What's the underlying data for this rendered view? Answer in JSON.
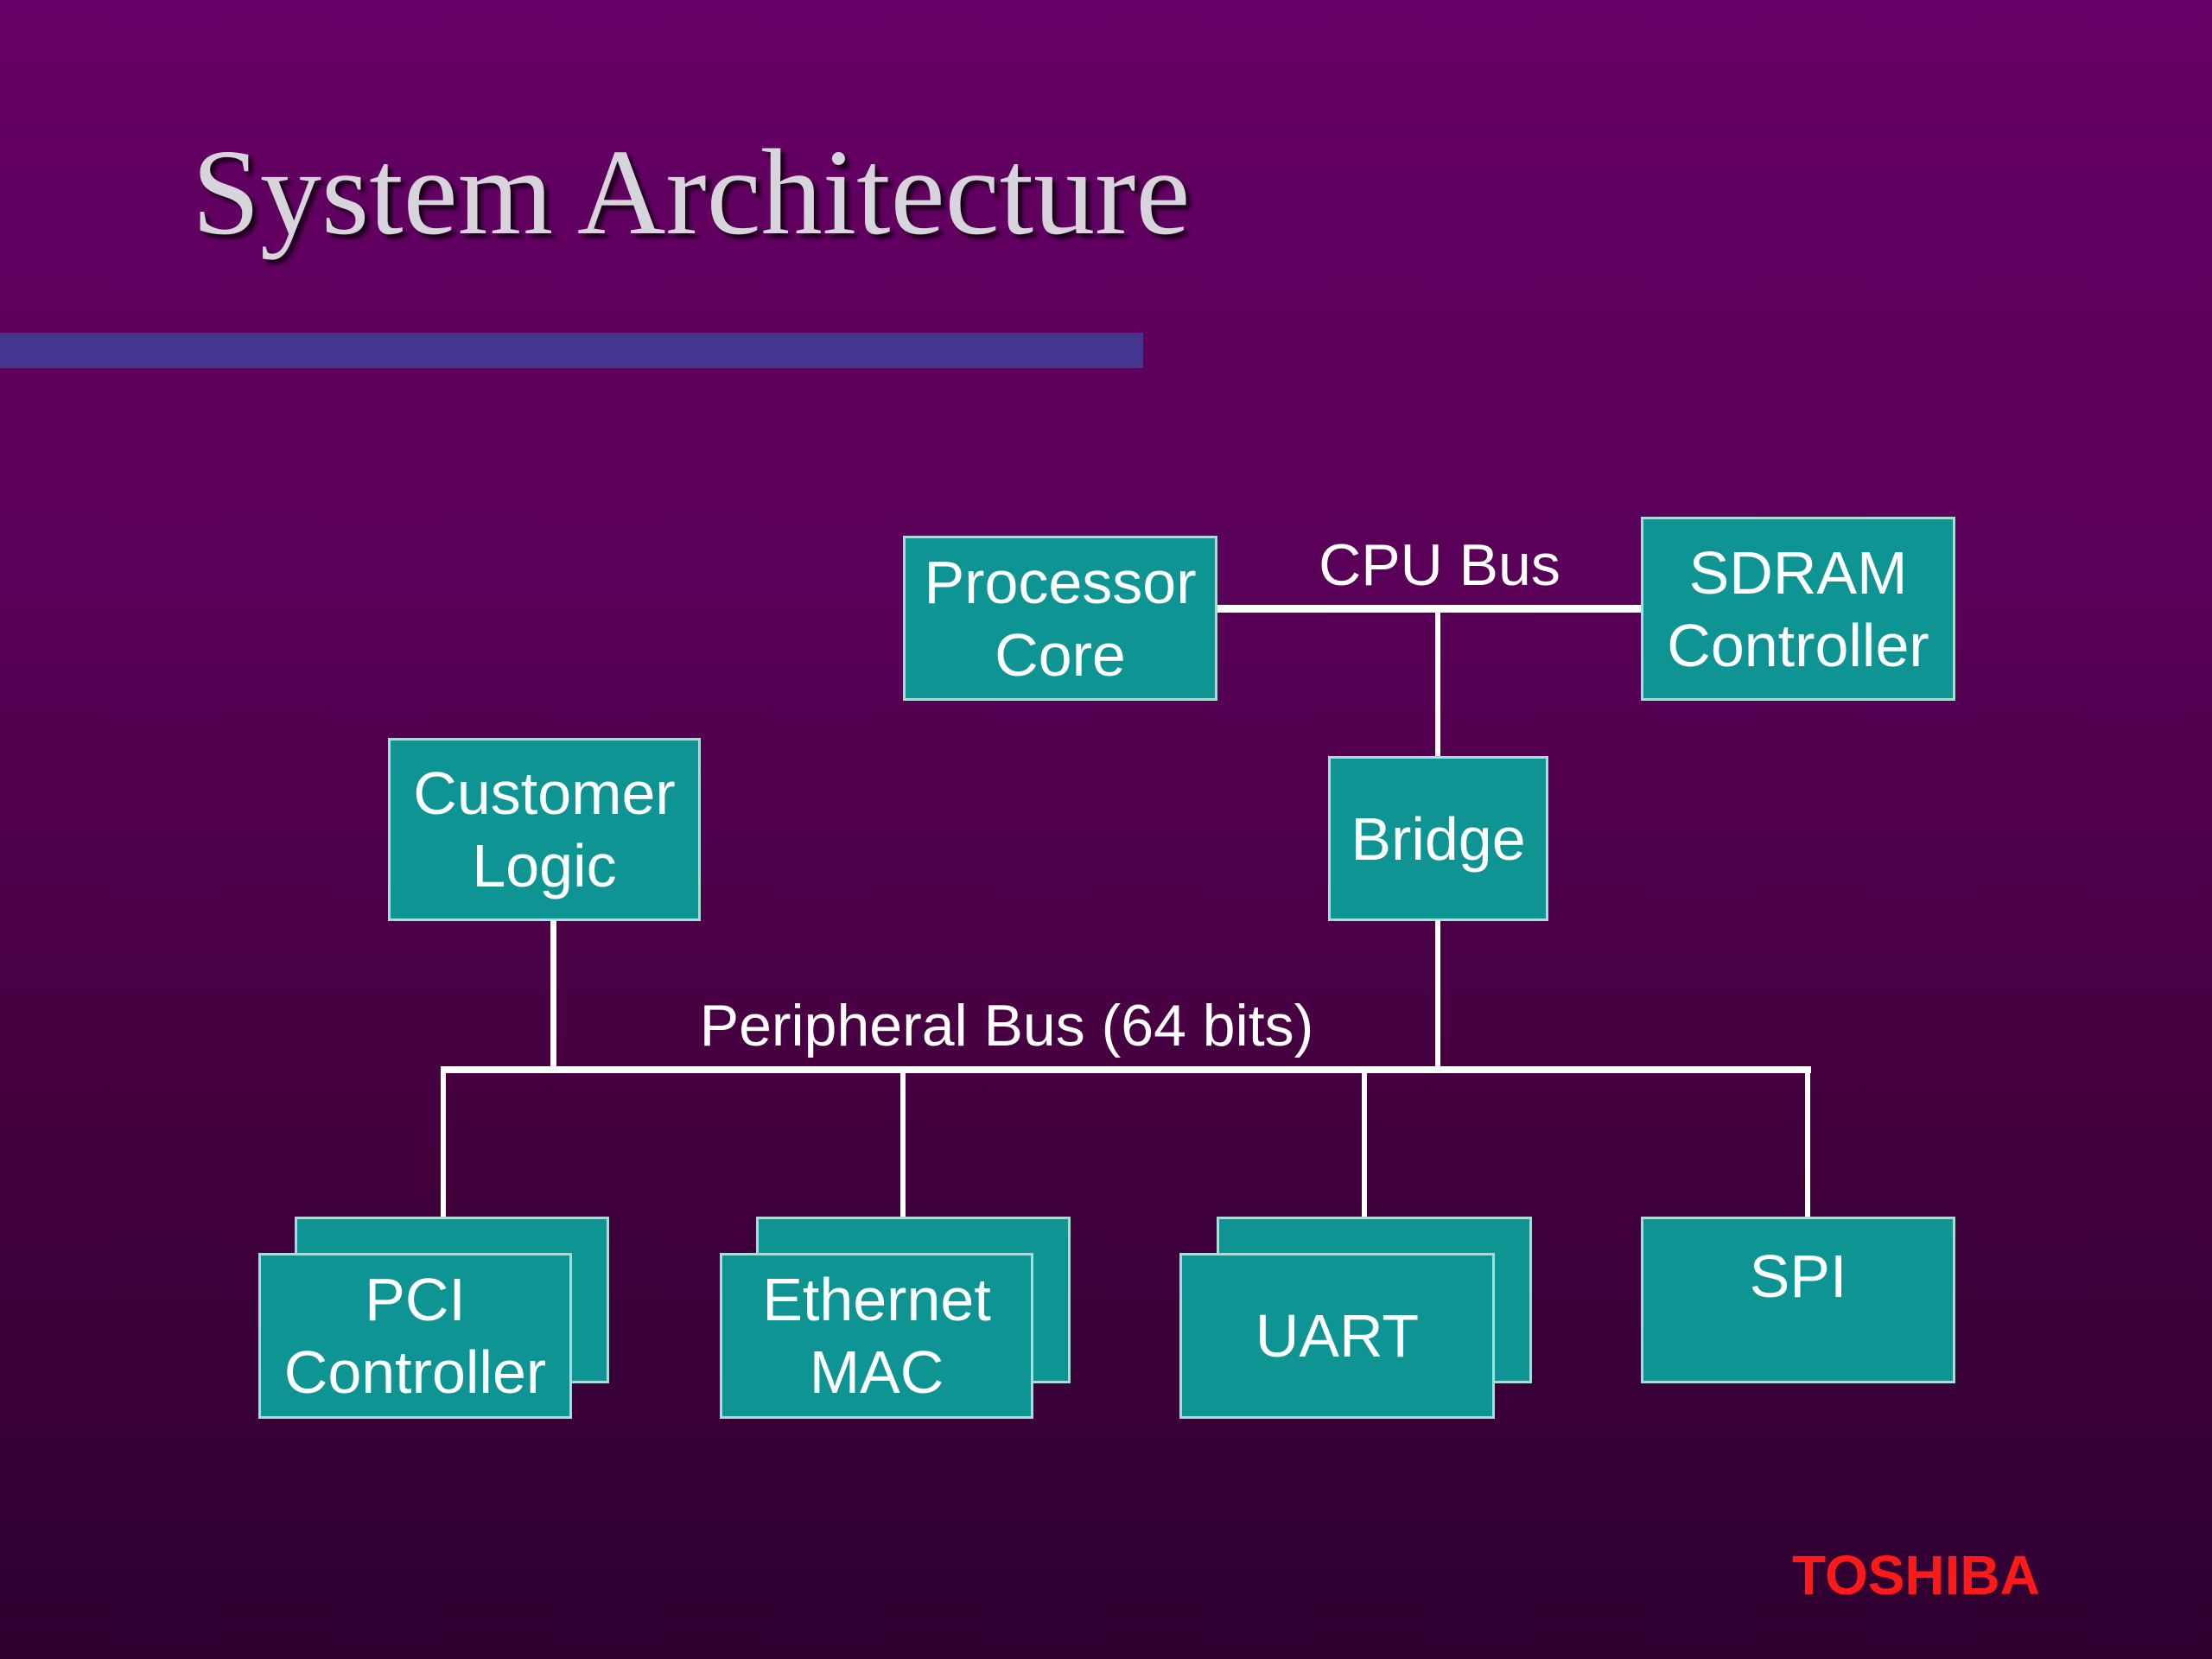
{
  "slide": {
    "title": "System Architecture",
    "brand": "TOSHIBA"
  },
  "buses": {
    "cpu_bus": "CPU Bus",
    "peripheral_bus": "Peripheral Bus (64 bits)"
  },
  "blocks": {
    "processor_core": [
      "Processor",
      "Core"
    ],
    "sdram_controller": [
      "SDRAM",
      "Controller"
    ],
    "bridge": [
      "Bridge"
    ],
    "customer_logic": [
      "Customer",
      "Logic"
    ],
    "pci_controller": [
      "PCI",
      "Controller"
    ],
    "ethernet_mac": [
      "Ethernet",
      "MAC"
    ],
    "uart": [
      "UART"
    ],
    "spi": [
      "SPI"
    ]
  },
  "colors": {
    "block_fill": "#0f9494",
    "block_border": "#a9dcd8",
    "accent_bar": "#44368f",
    "brand": "#ff1a1a"
  }
}
